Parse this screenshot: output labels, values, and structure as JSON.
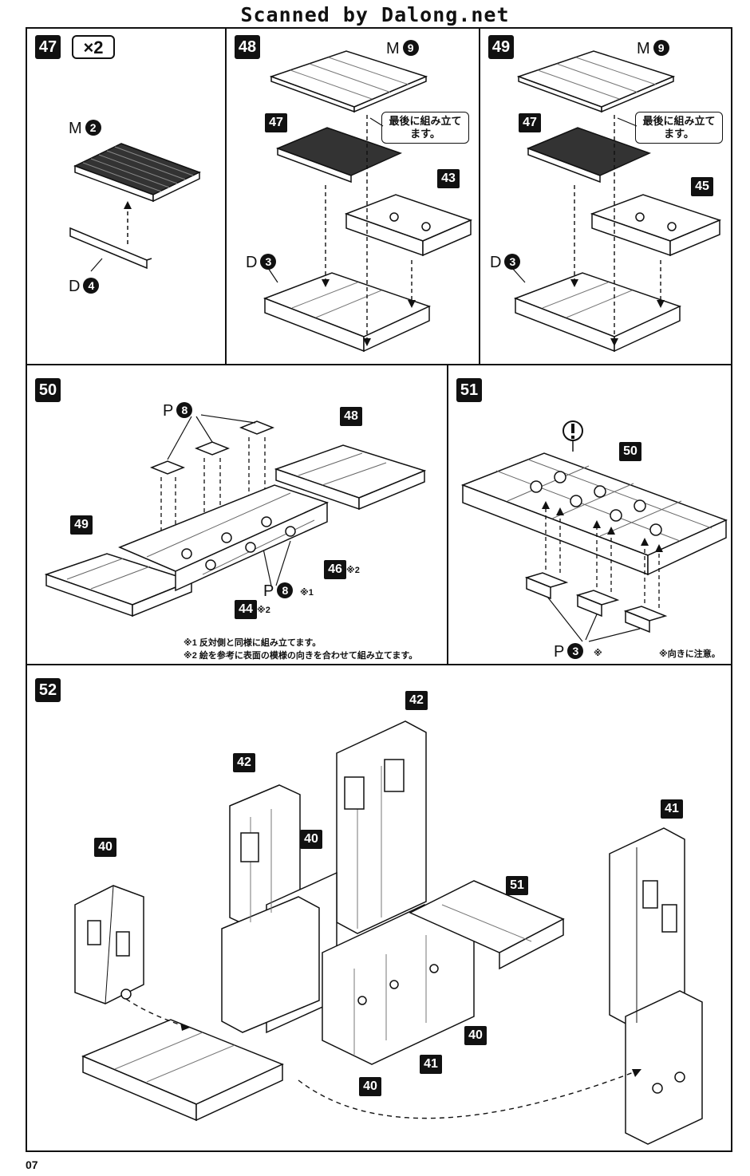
{
  "header": {
    "credit": "Scanned by Dalong.net"
  },
  "steps": [
    {
      "number": "47",
      "quantity": "×2",
      "parts": [
        {
          "runner": "M",
          "number": "2"
        },
        {
          "runner": "D",
          "number": "4"
        }
      ]
    },
    {
      "number": "48",
      "parts": [
        {
          "runner": "M",
          "number": "9"
        },
        {
          "runner": "D",
          "number": "3"
        }
      ],
      "callouts": [
        "47",
        "43"
      ],
      "note": "最後に組み立てます。"
    },
    {
      "number": "49",
      "parts": [
        {
          "runner": "M",
          "number": "9"
        },
        {
          "runner": "D",
          "number": "3"
        }
      ],
      "callouts": [
        "47",
        "45"
      ],
      "note": "最後に組み立てます。"
    },
    {
      "number": "50",
      "parts": [
        {
          "runner": "P",
          "number": "8"
        },
        {
          "runner": "P",
          "number": "8"
        }
      ],
      "callouts": [
        "48",
        "49",
        "46",
        "44"
      ],
      "marks": [
        "※2",
        "※1",
        "※2"
      ],
      "footnotes": [
        "※1 反対側と同様に組み立てます。",
        "※2 絵を参考に表面の模様の向きを合わせて組み立てます。"
      ]
    },
    {
      "number": "51",
      "parts": [
        {
          "runner": "P",
          "number": "3"
        }
      ],
      "callouts": [
        "50"
      ],
      "marks": [
        "※"
      ],
      "footnotes": [
        "※向きに注意。"
      ]
    },
    {
      "number": "52",
      "callouts": [
        "42",
        "42",
        "40",
        "40",
        "41",
        "51",
        "40",
        "41",
        "40"
      ]
    }
  ],
  "footer": {
    "page": "07"
  }
}
